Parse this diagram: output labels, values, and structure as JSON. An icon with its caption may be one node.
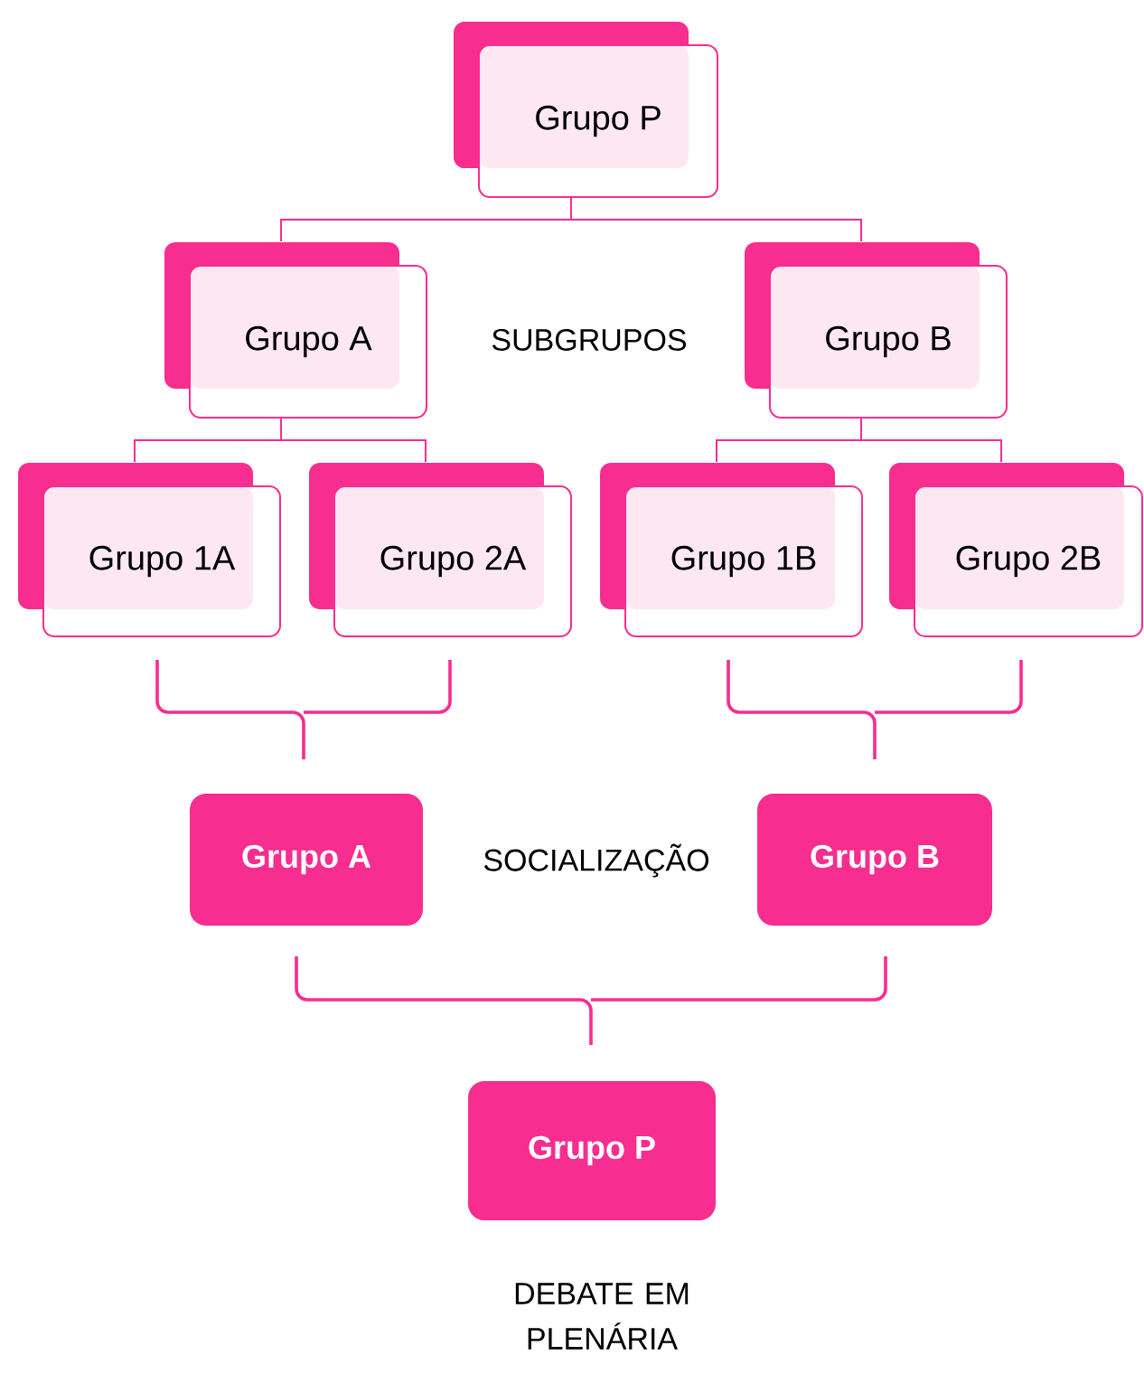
{
  "diagram": {
    "nodes": [
      {
        "text": [
          "Grupo P"
        ]
      },
      {
        "text": [
          "Grupo A"
        ]
      },
      {
        "text": [
          "Grupo B"
        ]
      },
      {
        "text": [
          "Grupo 1A"
        ]
      },
      {
        "text": [
          "Grupo 2A"
        ]
      },
      {
        "text": [
          "Grupo 1B"
        ]
      },
      {
        "text": [
          "Grupo 2B"
        ]
      },
      {
        "text": [
          "Grupo A"
        ]
      },
      {
        "text": [
          "Grupo B"
        ]
      },
      {
        "text": [
          "Grupo P"
        ]
      }
    ],
    "edges": [
      {
        "from": 0,
        "to": 1,
        "arrow": "none"
      },
      {
        "from": 0,
        "to": 2,
        "arrow": "none"
      },
      {
        "from": 1,
        "to": 3,
        "arrow": "none"
      },
      {
        "from": 1,
        "to": 4,
        "arrow": "none"
      },
      {
        "from": 2,
        "to": 5,
        "arrow": "none"
      },
      {
        "from": 2,
        "to": 6,
        "arrow": "none"
      }
    ],
    "labels": [
      "SUBGRUPOS",
      "SOCIALIZAÇÃO",
      "DEBATE EM PLENÁRIA"
    ]
  }
}
